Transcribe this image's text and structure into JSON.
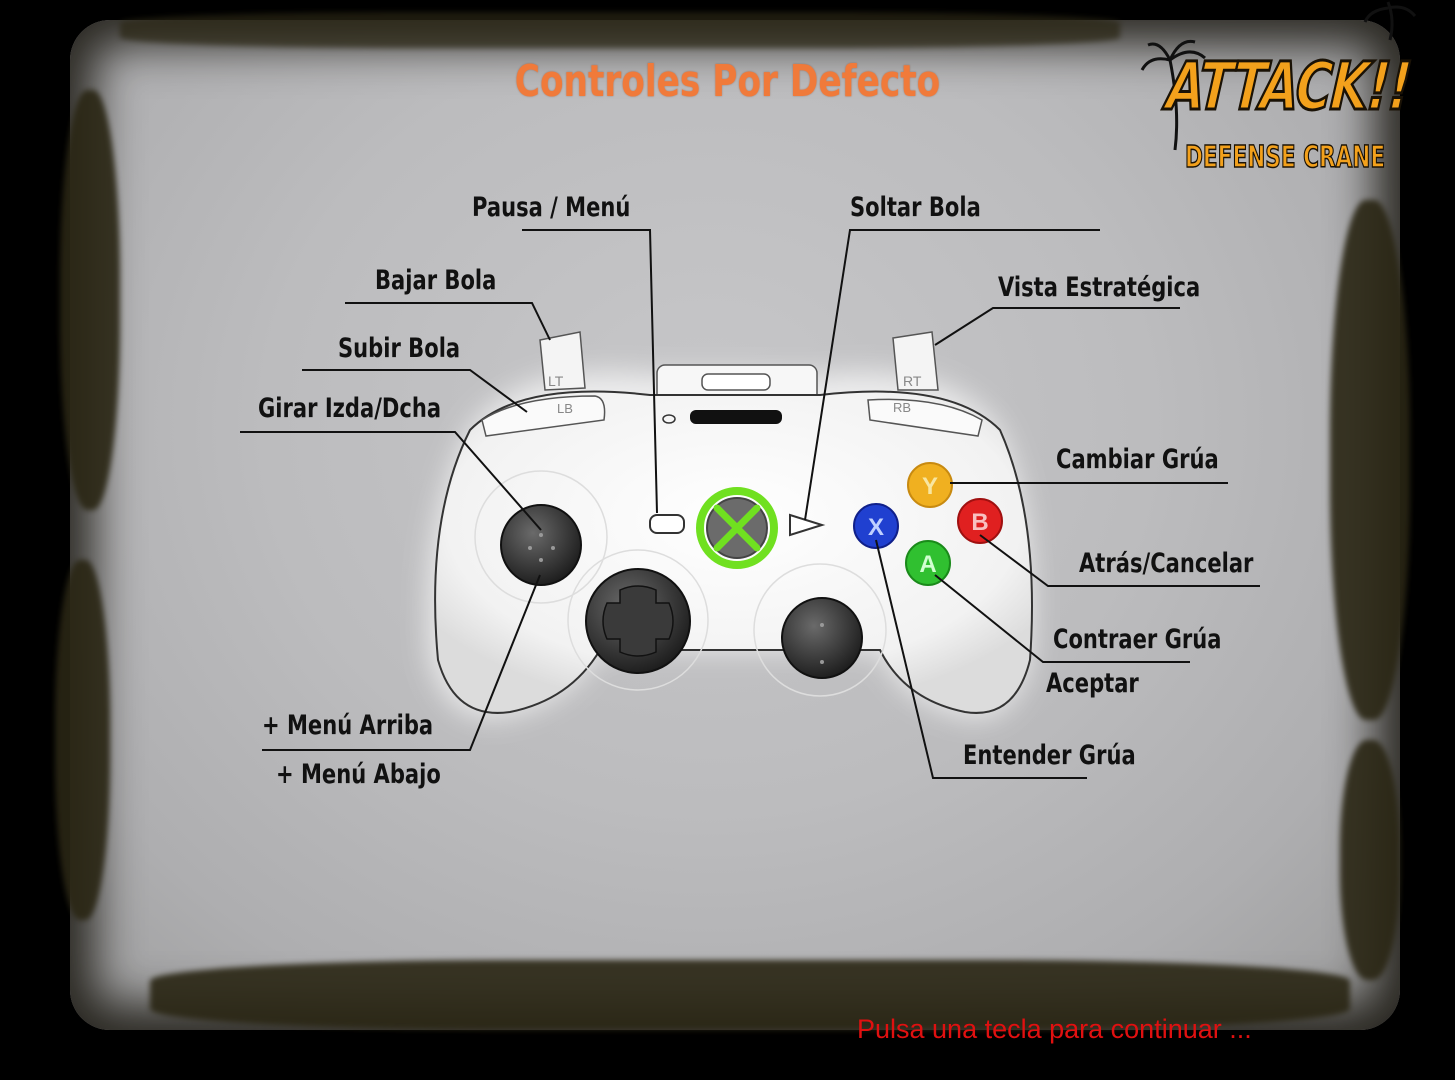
{
  "title": "Controles Por Defecto",
  "logo": {
    "main": "ATTACK!!",
    "sub": "DEFENSE CRANE"
  },
  "labels": {
    "pause_menu": "Pausa / Menú",
    "drop_ball": "Soltar Bola",
    "lower_ball": "Bajar Bola",
    "strategic_view": "Vista Estratégica",
    "raise_ball": "Subir Bola",
    "rotate": "Girar Izda/Dcha",
    "change_crane": "Cambiar Grúa",
    "back_cancel": "Atrás/Cancelar",
    "retract_crane": "Contraer Grúa",
    "accept": "Aceptar",
    "menu_up": "+ Menú Arriba",
    "menu_down": "+ Menú Abajo",
    "extend_crane": "Entender Grúa"
  },
  "controller": {
    "lt": "LT",
    "rt": "RT",
    "lb": "LB",
    "rb": "RB",
    "btn_y": "Y",
    "btn_b": "B",
    "btn_x": "X",
    "btn_a": "A"
  },
  "colors": {
    "title": "#f07a3a",
    "continue": "#e01010",
    "btn_y": "#f0b020",
    "btn_b": "#e02020",
    "btn_x": "#2040d0",
    "btn_a": "#30c030",
    "guide": "#70e020"
  },
  "prompt": "Pulsa una tecla para continuar ..."
}
